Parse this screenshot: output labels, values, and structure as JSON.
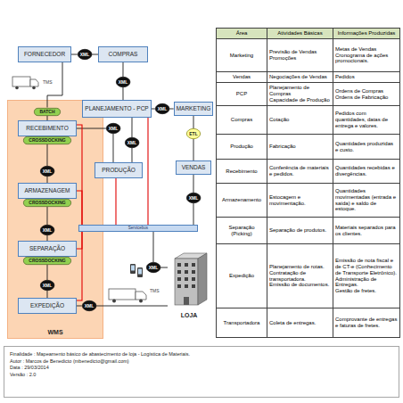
{
  "diagram": {
    "nodes": [
      {
        "text": [
          "FORNECEDOR"
        ]
      },
      {
        "text": [
          "XML"
        ]
      },
      {
        "text": [
          "COMPRAS"
        ]
      },
      {
        "text": [
          "XML"
        ]
      },
      {
        "text": [
          "WMS"
        ]
      },
      {
        "text": [
          "BATCH"
        ],
        "in": 4
      },
      {
        "text": [
          "PLANEJAMENTO - PCP"
        ]
      },
      {
        "text": [
          "XML"
        ]
      },
      {
        "text": [
          "MARKETING"
        ]
      },
      {
        "text": [
          "RECEBIMENTO"
        ],
        "in": 4
      },
      {
        "text": [
          "XML"
        ]
      },
      {
        "text": [
          "ETL"
        ]
      },
      {
        "text": [
          "CROSSDOCKING"
        ],
        "in": 4
      },
      {
        "text": [
          "XML"
        ]
      },
      {
        "text": [
          "VENDAS"
        ]
      },
      {
        "text": [
          "PRODUÇÃO"
        ]
      },
      {
        "text": [
          "XML"
        ],
        "in": 4
      },
      {
        "text": [
          "ARMAZENAGEM"
        ],
        "in": 4
      },
      {
        "text": [
          "XML"
        ]
      },
      {
        "text": [
          "CROSSDOCKING"
        ],
        "in": 4
      },
      {
        "text": [
          "Servicebus"
        ]
      },
      {
        "text": [
          "XML"
        ],
        "in": 4
      },
      {
        "text": [
          "SEPARAÇÃO"
        ],
        "in": 4
      },
      {
        "text": [
          "LOJA"
        ]
      },
      {
        "text": [
          "CROSSDOCKING"
        ],
        "in": 4
      },
      {
        "text": [
          "XML"
        ]
      },
      {
        "text": [
          "XML"
        ],
        "in": 4
      },
      {
        "text": [
          "EXPEDIÇÃO"
        ],
        "in": 4
      },
      {
        "text": [
          "XML"
        ],
        "in": 4
      },
      {
        "text": [
          "Finalidade : Mapeamento básico de abastecimento de loja - Logística de Materiais.",
          "Autor : Marcos de Benedicto (mbenedicto@gmail.com)",
          "Data : 29/03/2014",
          "Versão : 2.0"
        ]
      }
    ],
    "edges": [
      {
        "from": 0,
        "to": 1,
        "arrow": "none"
      },
      {
        "from": 1,
        "to": 2,
        "arrow": "none"
      },
      {
        "from": 2,
        "to": 3,
        "arrow": "none"
      },
      {
        "from": 3,
        "to": 6,
        "arrow": "none"
      },
      {
        "from": 6,
        "to": 7,
        "arrow": "none"
      },
      {
        "from": 7,
        "to": 8,
        "arrow": "none"
      },
      {
        "from": 0,
        "to": 5,
        "arrow": "none"
      },
      {
        "from": 5,
        "to": 9,
        "arrow": "none"
      },
      {
        "from": 9,
        "to": 10,
        "arrow": "none"
      },
      {
        "from": 10,
        "to": 15,
        "arrow": "none"
      },
      {
        "from": 6,
        "to": 13,
        "arrow": "none"
      },
      {
        "from": 13,
        "to": 15,
        "arrow": "none"
      },
      {
        "from": 8,
        "to": 11,
        "arrow": "none"
      },
      {
        "from": 11,
        "to": 14,
        "arrow": "none"
      },
      {
        "from": 14,
        "to": 18,
        "arrow": "none"
      },
      {
        "from": 18,
        "to": 20,
        "arrow": "none"
      },
      {
        "from": 12,
        "to": 16,
        "arrow": "none"
      },
      {
        "from": 16,
        "to": 17,
        "arrow": "none"
      },
      {
        "from": 19,
        "to": 21,
        "arrow": "none"
      },
      {
        "from": 21,
        "to": 22,
        "arrow": "none"
      },
      {
        "from": 24,
        "to": 26,
        "arrow": "none"
      },
      {
        "from": 26,
        "to": 27,
        "arrow": "none"
      },
      {
        "from": 27,
        "to": 28,
        "arrow": "none"
      },
      {
        "from": 28,
        "to": 23,
        "arrow": "none"
      },
      {
        "from": 20,
        "to": 25,
        "arrow": "none"
      },
      {
        "from": 25,
        "to": 23,
        "arrow": "none"
      },
      {
        "from": 20,
        "to": 6,
        "arrow": "none"
      },
      {
        "from": 20,
        "to": 15,
        "arrow": "none"
      },
      {
        "from": 20,
        "to": 9,
        "arrow": "none"
      },
      {
        "from": 20,
        "to": 17,
        "arrow": "none"
      },
      {
        "from": 20,
        "to": 22,
        "arrow": "none"
      },
      {
        "from": 20,
        "to": 27,
        "arrow": "none"
      }
    ],
    "labels": [
      "Área",
      "Atividades Básicas",
      "Informações Produzidas",
      "Marketing",
      "Previsão de Vendas",
      "Promoções",
      "Metas de Vendas",
      "Cronograma de ações promocionais.",
      "Vendas",
      "Negociações de Vendas",
      "Pedidos",
      "PCP",
      "Planejamento de Compras",
      "Capacidade de Produção",
      "Ordens de Compras",
      "Ordens de Fabricação",
      "Compras",
      "Cotação",
      "Pedidos com quantidades, datas de entrega e valores.",
      "Produção",
      "Fabricação",
      "Quantidades produzidas e custo.",
      "Recebimento",
      "Conferência de materiais e pedidos.",
      "Quantidades recebidas e divergências.",
      "Armazenamento",
      "Estocagem e movimentação.",
      "Quantidades movimentadas (entrada e saída) e saldo de estoque.",
      "Separação (Picking)",
      "Separação de produtos.",
      "Materiais separados para os clientes.",
      "Expedição",
      "Planejamento de rotas.",
      "Contratação de transportadora.",
      "Emissão de documentos.",
      "Emissão de nota fiscal e de CT-e (Conhecimento de Transporte Eletrônico).",
      "Administração de Entregas.",
      "Gestão de fretes.",
      "Transportadora",
      "Coleta de entregas.",
      "Comprovante de entregas e faturas de fretes.",
      "TMS",
      "TMS"
    ]
  }
}
